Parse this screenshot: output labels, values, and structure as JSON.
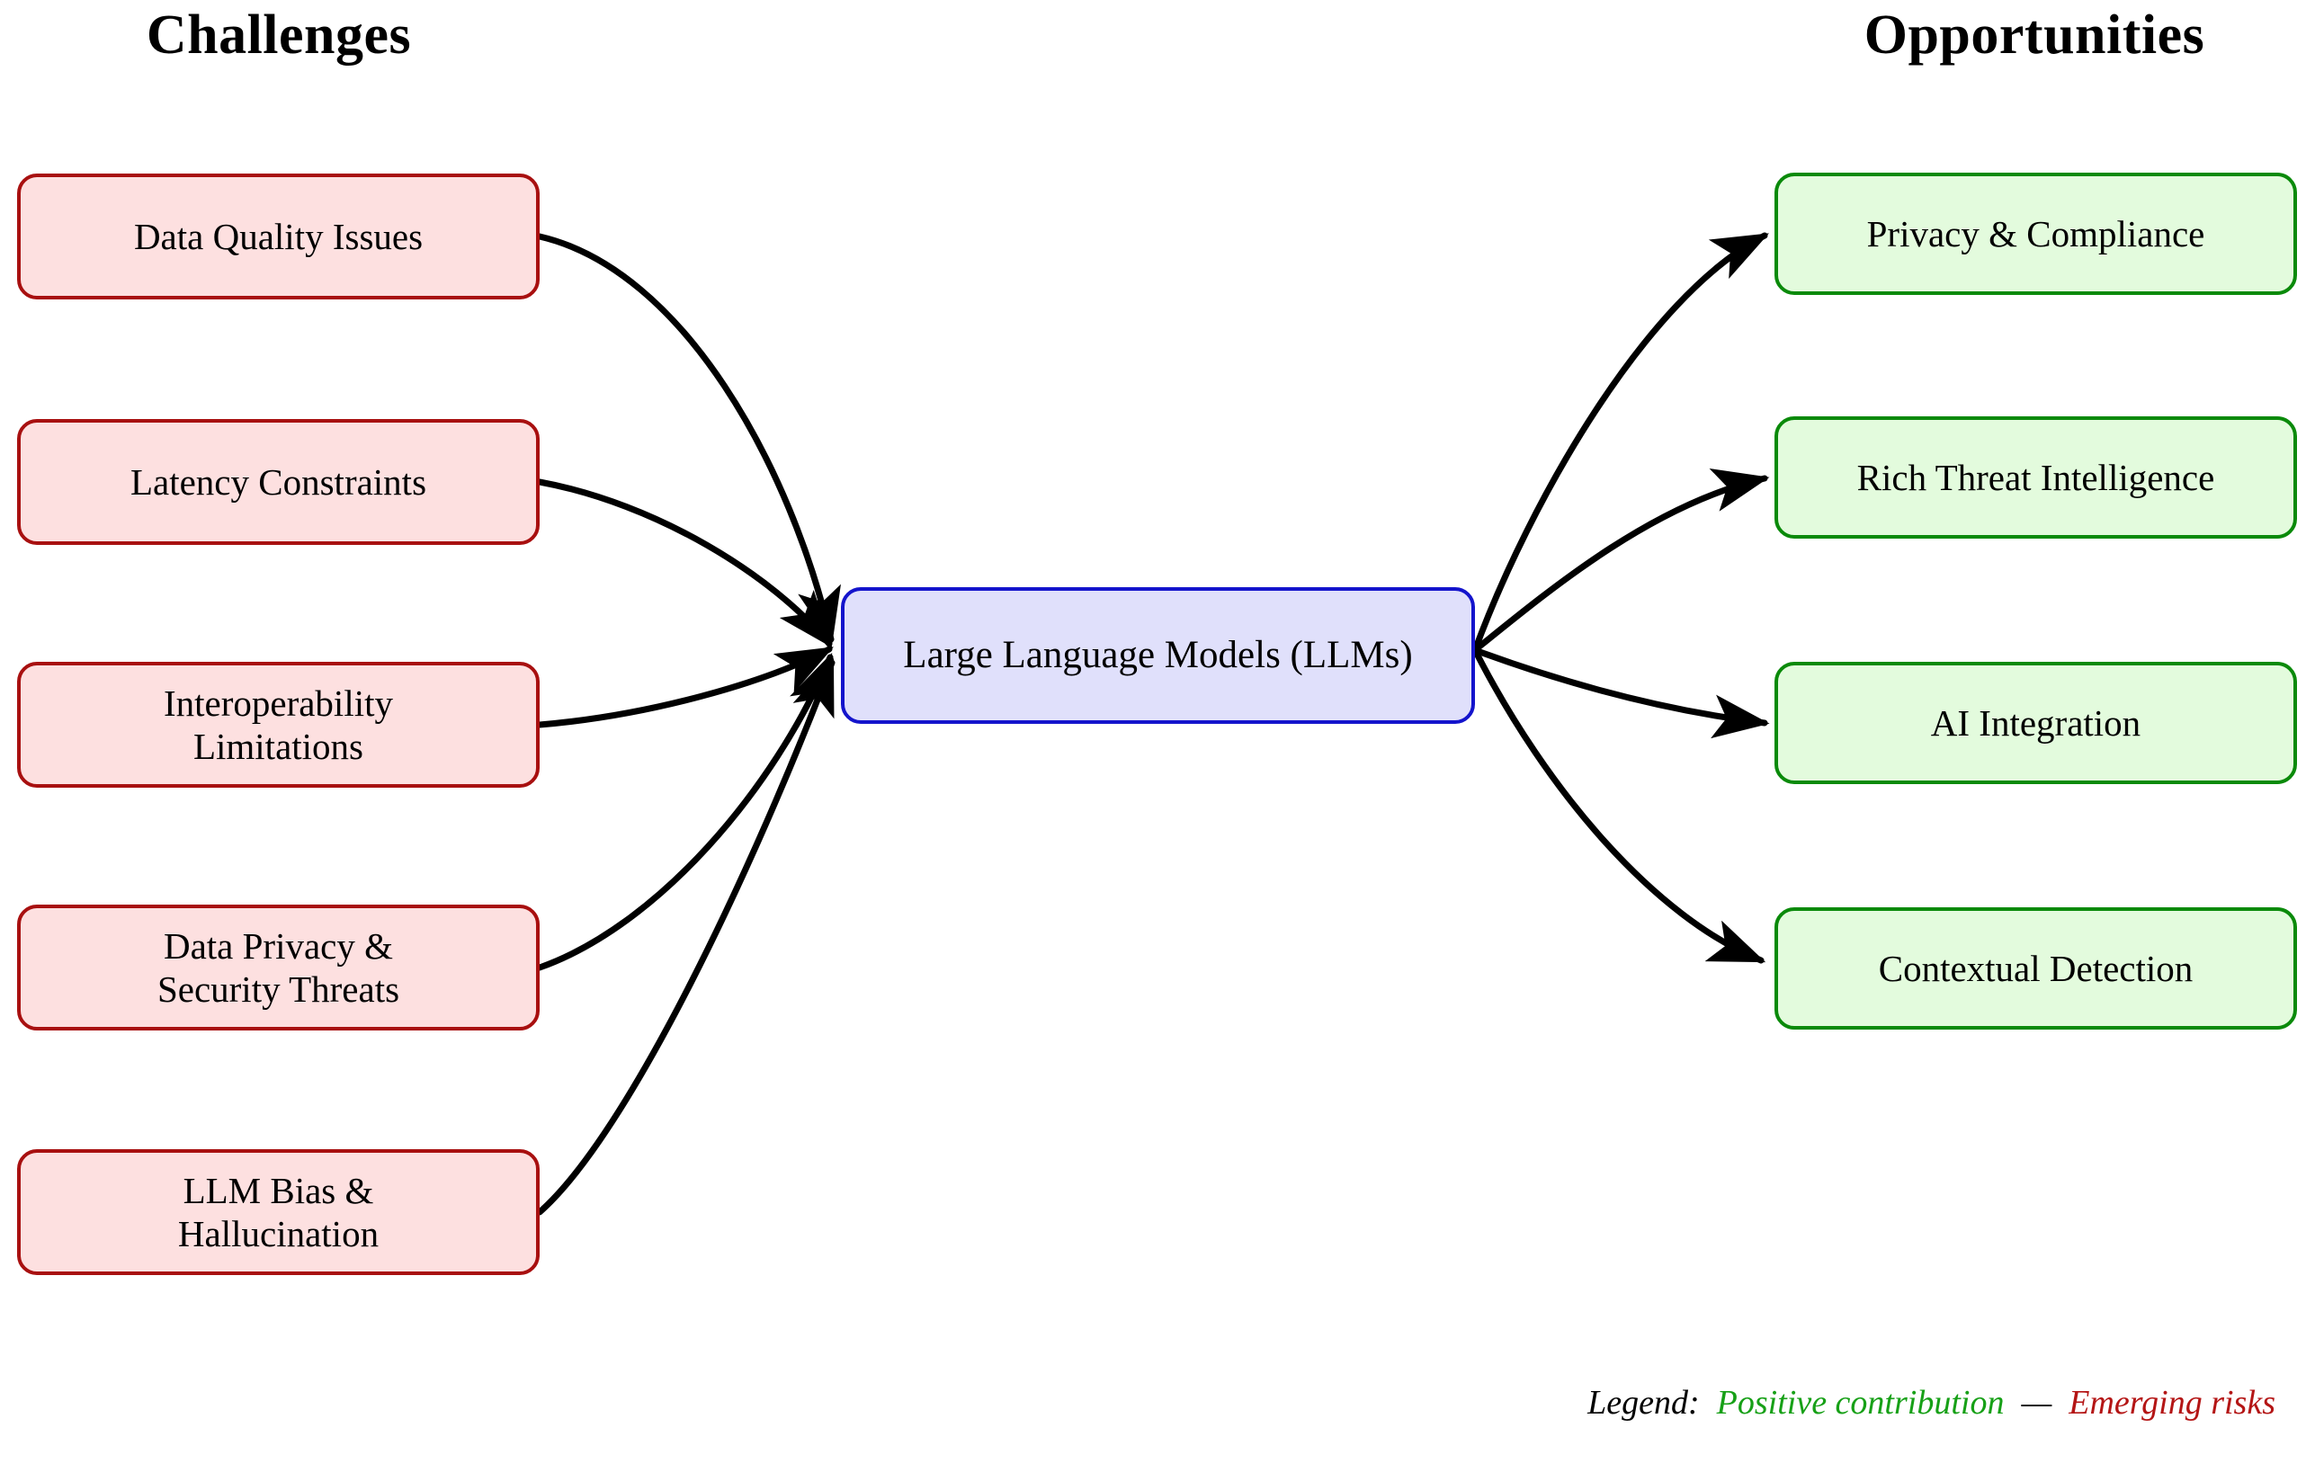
{
  "headings": {
    "left": "Challenges",
    "right": "Opportunities"
  },
  "core": {
    "label": "Large Language Models (LLMs)",
    "fill": "#E0E0FB",
    "border": "#1414CC"
  },
  "challenges": {
    "fill": "#FDE0E0",
    "border": "#A81010",
    "items": [
      {
        "label": "Data Quality Issues"
      },
      {
        "label": "Latency Constraints"
      },
      {
        "label": "Interoperability\nLimitations"
      },
      {
        "label": "Data Privacy &\nSecurity Threats"
      },
      {
        "label": "LLM Bias &\nHallucination"
      }
    ]
  },
  "opportunities": {
    "fill": "#E3FBDD",
    "border": "#0A8A0A",
    "items": [
      {
        "label": "Privacy & Compliance"
      },
      {
        "label": "Rich Threat Intelligence"
      },
      {
        "label": "AI Integration"
      },
      {
        "label": "Contextual Detection"
      }
    ]
  },
  "legend": {
    "title": "Legend:",
    "positive": "Positive contribution",
    "dash": "—",
    "negative": "Emerging risks",
    "positive_color": "#17A017",
    "negative_color": "#B41515"
  },
  "edges": {
    "stroke": "#000000",
    "width": 7,
    "inbound_count": 5,
    "outbound_count": 4
  }
}
